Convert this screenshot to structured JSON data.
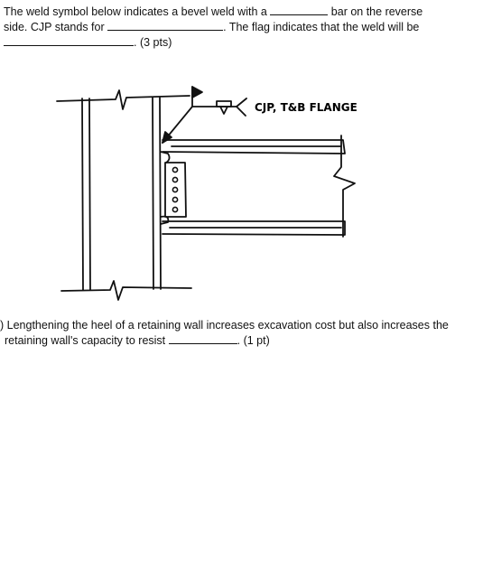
{
  "question1": {
    "line1_start": "The weld symbol below indicates a bevel weld with a",
    "line1_end": "bar on the reverse",
    "line2_start": "side. CJP stands for",
    "line2_end": ". The flag indicates that the weld will be",
    "line3_end": ". (3 pts)"
  },
  "figure": {
    "weld_note": "CJP, T&B FLANGE"
  },
  "question2": {
    "number_mark": ")",
    "line1": "Lengthening the heel of a retaining wall increases excavation cost but also increases the",
    "line2_start": "retaining wall's capacity to resist",
    "line2_end": ". (1 pt)"
  }
}
